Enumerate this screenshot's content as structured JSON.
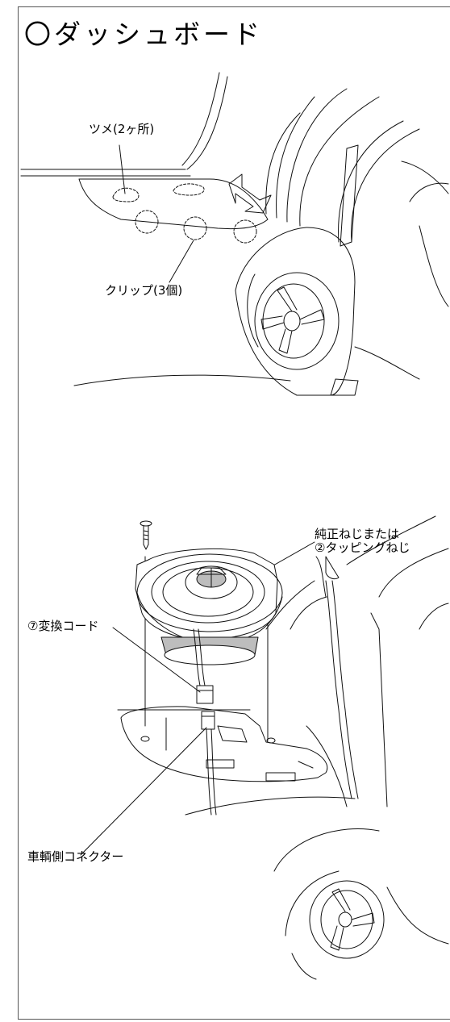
{
  "heading": {
    "title": "〇ダッシュボード"
  },
  "figure1": {
    "label_tabs": "ツメ(2ヶ所)",
    "label_clips": "クリップ(3個)"
  },
  "figure2": {
    "label_screws_line1": "純正ねじまたは",
    "label_screws_line2": "②タッピングねじ",
    "label_adapter_cord": "⑦変換コード",
    "label_vehicle_connector": "車輌側コネクター"
  }
}
